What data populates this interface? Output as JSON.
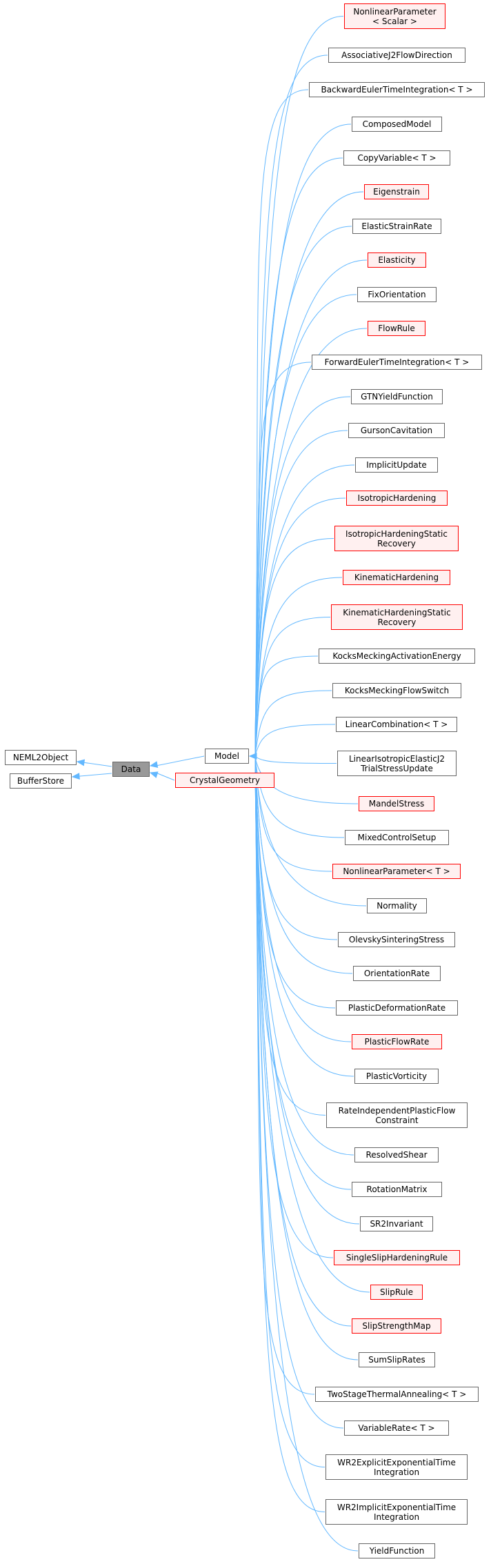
{
  "colors": {
    "edge": "#63b8ff",
    "node_border": "#666666",
    "node_fill": "#ffffff",
    "red_border": "#ff0000",
    "red_fill": "#fff0f0",
    "current_fill": "#999999"
  },
  "graph": {
    "roots": [
      {
        "id": "neml2object",
        "lines": [
          "NEML2Object"
        ],
        "style": "normal"
      },
      {
        "id": "bufferstore",
        "lines": [
          "BufferStore"
        ],
        "style": "normal"
      }
    ],
    "current": {
      "id": "data",
      "lines": [
        "Data"
      ],
      "style": "current"
    },
    "subclasses": [
      {
        "id": "model",
        "lines": [
          "Model"
        ],
        "style": "normal"
      },
      {
        "id": "crystalgeometry",
        "lines": [
          "CrystalGeometry"
        ],
        "style": "red"
      }
    ],
    "model_children": [
      {
        "lines": [
          "NonlinearParameter",
          "< Scalar >"
        ],
        "style": "red"
      },
      {
        "lines": [
          "AssociativeJ2FlowDirection"
        ],
        "style": "normal"
      },
      {
        "lines": [
          "BackwardEulerTimeIntegration< T >"
        ],
        "style": "normal"
      },
      {
        "lines": [
          "ComposedModel"
        ],
        "style": "normal"
      },
      {
        "lines": [
          "CopyVariable< T >"
        ],
        "style": "normal"
      },
      {
        "lines": [
          "Eigenstrain"
        ],
        "style": "red"
      },
      {
        "lines": [
          "ElasticStrainRate"
        ],
        "style": "normal"
      },
      {
        "lines": [
          "Elasticity"
        ],
        "style": "red"
      },
      {
        "lines": [
          "FixOrientation"
        ],
        "style": "normal"
      },
      {
        "lines": [
          "FlowRule"
        ],
        "style": "red"
      },
      {
        "lines": [
          "ForwardEulerTimeIntegration< T >"
        ],
        "style": "normal"
      },
      {
        "lines": [
          "GTNYieldFunction"
        ],
        "style": "normal"
      },
      {
        "lines": [
          "GursonCavitation"
        ],
        "style": "normal"
      },
      {
        "lines": [
          "ImplicitUpdate"
        ],
        "style": "normal"
      },
      {
        "lines": [
          "IsotropicHardening"
        ],
        "style": "red"
      },
      {
        "lines": [
          "IsotropicHardeningStatic",
          "Recovery"
        ],
        "style": "red"
      },
      {
        "lines": [
          "KinematicHardening"
        ],
        "style": "red"
      },
      {
        "lines": [
          "KinematicHardeningStatic",
          "Recovery"
        ],
        "style": "red"
      },
      {
        "lines": [
          "KocksMeckingActivationEnergy"
        ],
        "style": "normal"
      },
      {
        "lines": [
          "KocksMeckingFlowSwitch"
        ],
        "style": "normal"
      },
      {
        "lines": [
          "LinearCombination< T >"
        ],
        "style": "normal"
      },
      {
        "lines": [
          "LinearIsotropicElasticJ2",
          "TrialStressUpdate"
        ],
        "style": "normal"
      },
      {
        "lines": [
          "MandelStress"
        ],
        "style": "red"
      },
      {
        "lines": [
          "MixedControlSetup"
        ],
        "style": "normal"
      },
      {
        "lines": [
          "NonlinearParameter< T >"
        ],
        "style": "red"
      },
      {
        "lines": [
          "Normality"
        ],
        "style": "normal"
      },
      {
        "lines": [
          "OlevskySinteringStress"
        ],
        "style": "normal"
      },
      {
        "lines": [
          "OrientationRate"
        ],
        "style": "normal"
      },
      {
        "lines": [
          "PlasticDeformationRate"
        ],
        "style": "normal"
      },
      {
        "lines": [
          "PlasticFlowRate"
        ],
        "style": "red"
      },
      {
        "lines": [
          "PlasticVorticity"
        ],
        "style": "normal"
      },
      {
        "lines": [
          "RateIndependentPlasticFlow",
          "Constraint"
        ],
        "style": "normal"
      },
      {
        "lines": [
          "ResolvedShear"
        ],
        "style": "normal"
      },
      {
        "lines": [
          "RotationMatrix"
        ],
        "style": "normal"
      },
      {
        "lines": [
          "SR2Invariant"
        ],
        "style": "normal"
      },
      {
        "lines": [
          "SingleSlipHardeningRule"
        ],
        "style": "red"
      },
      {
        "lines": [
          "SlipRule"
        ],
        "style": "red"
      },
      {
        "lines": [
          "SlipStrengthMap"
        ],
        "style": "red"
      },
      {
        "lines": [
          "SumSlipRates"
        ],
        "style": "normal"
      },
      {
        "lines": [
          "TwoStageThermalAnnealing< T >"
        ],
        "style": "normal"
      },
      {
        "lines": [
          "VariableRate< T >"
        ],
        "style": "normal"
      },
      {
        "lines": [
          "WR2ExplicitExponentialTime",
          "Integration"
        ],
        "style": "normal"
      },
      {
        "lines": [
          "WR2ImplicitExponentialTime",
          "Integration"
        ],
        "style": "normal"
      },
      {
        "lines": [
          "YieldFunction"
        ],
        "style": "normal"
      }
    ]
  }
}
